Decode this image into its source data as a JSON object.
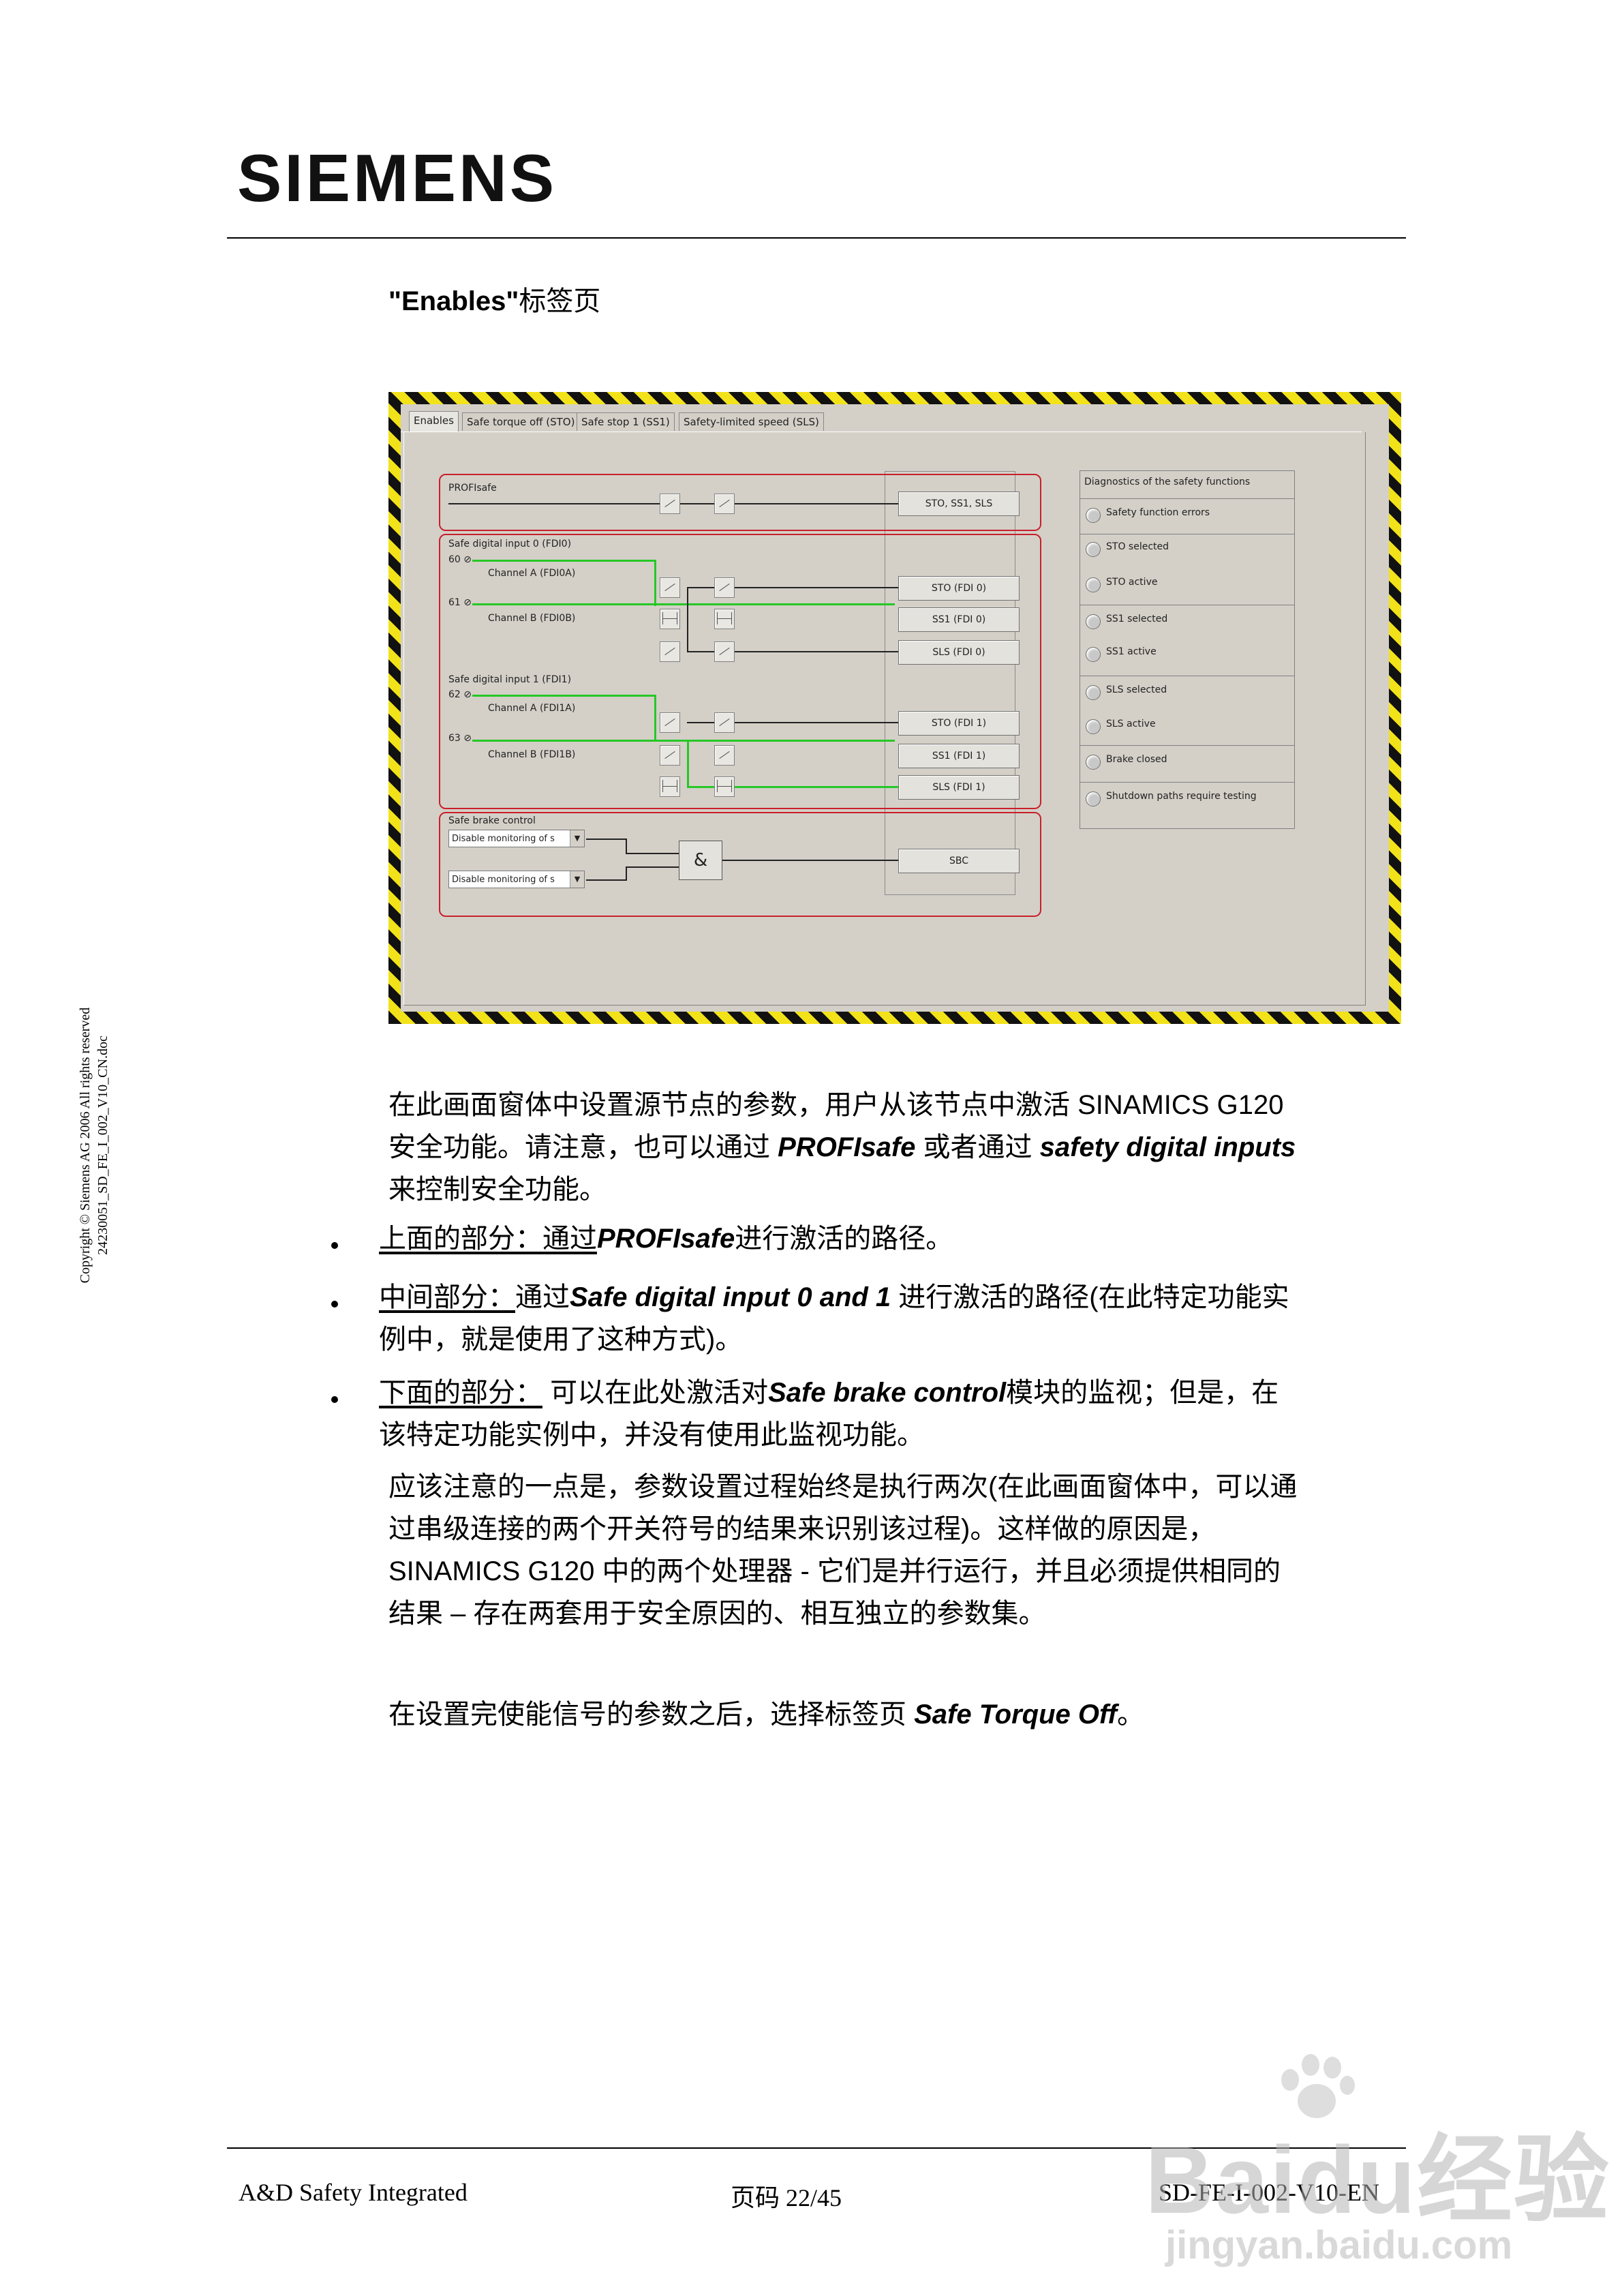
{
  "header": {
    "logo": "SIEMENS"
  },
  "section_heading": {
    "bold": "\"Enables\"",
    "rest": "标签页"
  },
  "screenshot": {
    "tabs": [
      "Enables",
      "Safe torque off (STO)",
      "Safe stop 1 (SS1)",
      "Safety-limited speed (SLS)"
    ],
    "profisafe": {
      "label": "PROFIsafe",
      "output": "STO, SS1, SLS"
    },
    "fdi0": {
      "label": "Safe digital input 0 (FDI0)",
      "term_a": "60",
      "term_b": "61",
      "channel_a": "Channel A (FDI0A)",
      "channel_b": "Channel B (FDI0B)",
      "outputs": [
        "STO (FDI 0)",
        "SS1 (FDI 0)",
        "SLS (FDI 0)"
      ]
    },
    "fdi1": {
      "label": "Safe digital input 1 (FDI1)",
      "term_a": "62",
      "term_b": "63",
      "channel_a": "Channel A (FDI1A)",
      "channel_b": "Channel B (FDI1B)",
      "outputs": [
        "STO (FDI 1)",
        "SS1 (FDI 1)",
        "SLS (FDI 1)"
      ]
    },
    "brake": {
      "label": "Safe brake control",
      "combo1": "Disable monitoring of s",
      "combo2": "Disable monitoring of s",
      "gate": "&",
      "output": "SBC"
    },
    "diagnostics": {
      "title": "Diagnostics of the safety functions",
      "items": [
        "Safety function errors",
        "STO selected",
        "STO active",
        "SS1 selected",
        "SS1 active",
        "SLS selected",
        "SLS active",
        "Brake closed",
        "Shutdown paths require testing"
      ]
    }
  },
  "body": {
    "intro": [
      "在此画面窗体中设置源节点的参数，用户从该节点中激活 SINAMICS G120",
      "安全功能。请注意，也可以通过 ",
      "PROFIsafe",
      " 或者通过 ",
      "safety digital inputs",
      "来控制安全功能。"
    ],
    "bullet1": {
      "lead": "上面的部分：",
      "mid": "通过",
      "em": "PROFIsafe",
      "tail": "进行激活的路径。"
    },
    "bullet2": {
      "lead": "中间部分：",
      "mid": "通过",
      "em": "Safe digital input 0 and 1",
      "tail": " 进行激活的路径(在此特定功能实",
      "line2": "例中，就是使用了这种方式)。"
    },
    "bullet3": {
      "lead": "下面的部分：",
      "mid": " 可以在此处激活对",
      "em": "Safe brake control",
      "tail": "模块的监视；但是，在",
      "line2": "该特定功能实例中，并没有使用此监视功能。"
    },
    "note": [
      "应该注意的一点是，参数设置过程始终是执行两次(在此画面窗体中，可以通",
      "过串级连接的两个开关符号的结果来识别该过程)。这样做的原因是，",
      "SINAMICS G120 中的两个处理器 - 它们是并行运行，并且必须提供相同的",
      "结果 – 存在两套用于安全原因的、相互独立的参数集。"
    ],
    "final": {
      "pre": "在设置完使能信号的参数之后，选择标签页 ",
      "em": "Safe Torque Off",
      "post": "。"
    }
  },
  "sidebar": {
    "line1": "Copyright © Siemens AG 2006 All rights reserved",
    "line2": "24230051_SD_FE_I_002_V10_CN.doc"
  },
  "footer": {
    "left": "A&D Safety Integrated",
    "center": "页码 22/45",
    "right": "SD-FE-I-002-V10-EN"
  },
  "watermark": {
    "brand": "Baidu经验",
    "url": "jingyan.baidu.com"
  }
}
